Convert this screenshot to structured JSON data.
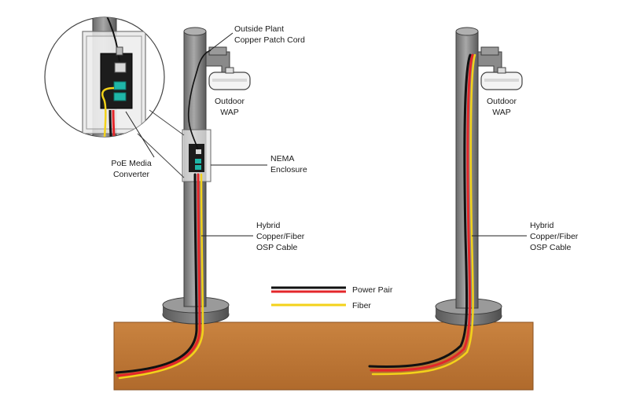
{
  "colors": {
    "ground": "#c0793a",
    "ground_edge": "#8a5220",
    "pole": "#8c8c8c",
    "pole_dark": "#5c5c5c",
    "base": "#6e6e6e",
    "power_black": "#111111",
    "power_red": "#e3262a",
    "fiber_yellow": "#f3d21a",
    "enclosure": "#dcdcdc",
    "converter": "#1c1c1c",
    "port_teal": "#1fb6a8"
  },
  "left_pole": {
    "copper_patch_cord": {
      "line1": "Outside Plant",
      "line2": "Copper Patch Cord"
    },
    "outdoor_wap": {
      "line1": "Outdoor",
      "line2": "WAP"
    },
    "nema": {
      "line1": "NEMA",
      "line2": "Enclosure"
    },
    "poe_converter": {
      "line1": "PoE Media",
      "line2": "Converter"
    },
    "hybrid_cable": {
      "line1": "Hybrid",
      "line2": "Copper/Fiber",
      "line3": "OSP Cable"
    }
  },
  "right_pole": {
    "outdoor_wap": {
      "line1": "Outdoor",
      "line2": "WAP"
    },
    "hybrid_cable": {
      "line1": "Hybrid",
      "line2": "Copper/Fiber",
      "line3": "OSP Cable"
    }
  },
  "legend": {
    "power_pair": "Power Pair",
    "fiber": "Fiber"
  }
}
